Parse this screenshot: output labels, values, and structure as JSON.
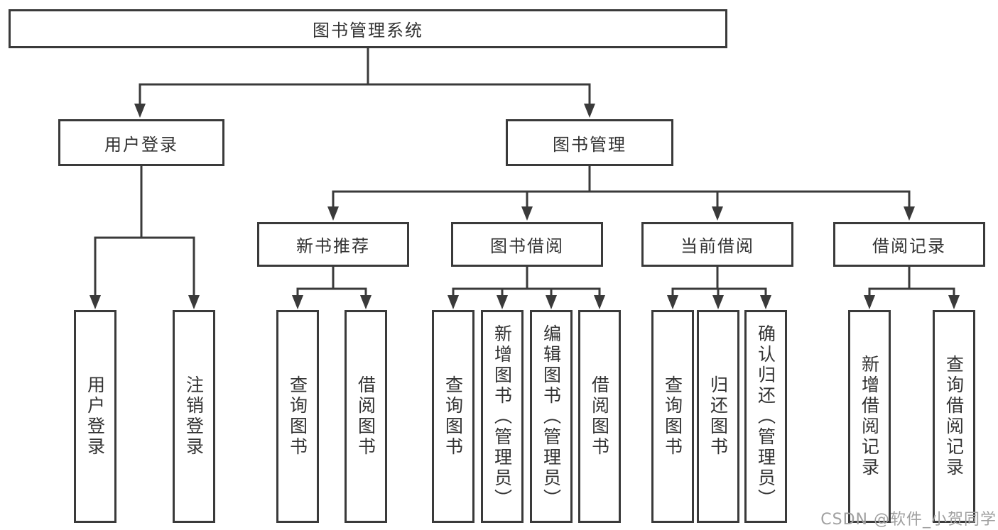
{
  "diagram": {
    "root": {
      "label": "图书管理系统"
    },
    "user_login": {
      "label": "用户登录",
      "children": {
        "login": {
          "label": "用户登录"
        },
        "logout": {
          "label": "注销登录"
        }
      }
    },
    "book_mgmt": {
      "label": "图书管理",
      "children": {
        "new_books": {
          "label": "新书推荐",
          "children": {
            "query": {
              "label": "查询图书"
            },
            "borrow": {
              "label": "借阅图书"
            }
          }
        },
        "book_borrow": {
          "label": "图书借阅",
          "children": {
            "query": {
              "label": "查询图书"
            },
            "add": {
              "label": "新增图书（管理员）"
            },
            "edit": {
              "label": "编辑图书（管理员）"
            },
            "borrow": {
              "label": "借阅图书"
            }
          }
        },
        "current_borrow": {
          "label": "当前借阅",
          "children": {
            "query": {
              "label": "查询图书"
            },
            "return": {
              "label": "归还图书"
            },
            "confirm_return": {
              "label": "确认归还（管理员）"
            }
          }
        },
        "borrow_records": {
          "label": "借阅记录",
          "children": {
            "add_record": {
              "label": "新增借阅记录"
            },
            "query_record": {
              "label": "查询借阅记录"
            }
          }
        }
      }
    }
  },
  "watermark": {
    "text": "CSDN @软件_小贺同学"
  },
  "colors": {
    "line": "#3a3a3a",
    "box_border": "#3a3a3a",
    "text": "#333333",
    "watermark": "#a0a0a0",
    "background": "#ffffff"
  }
}
